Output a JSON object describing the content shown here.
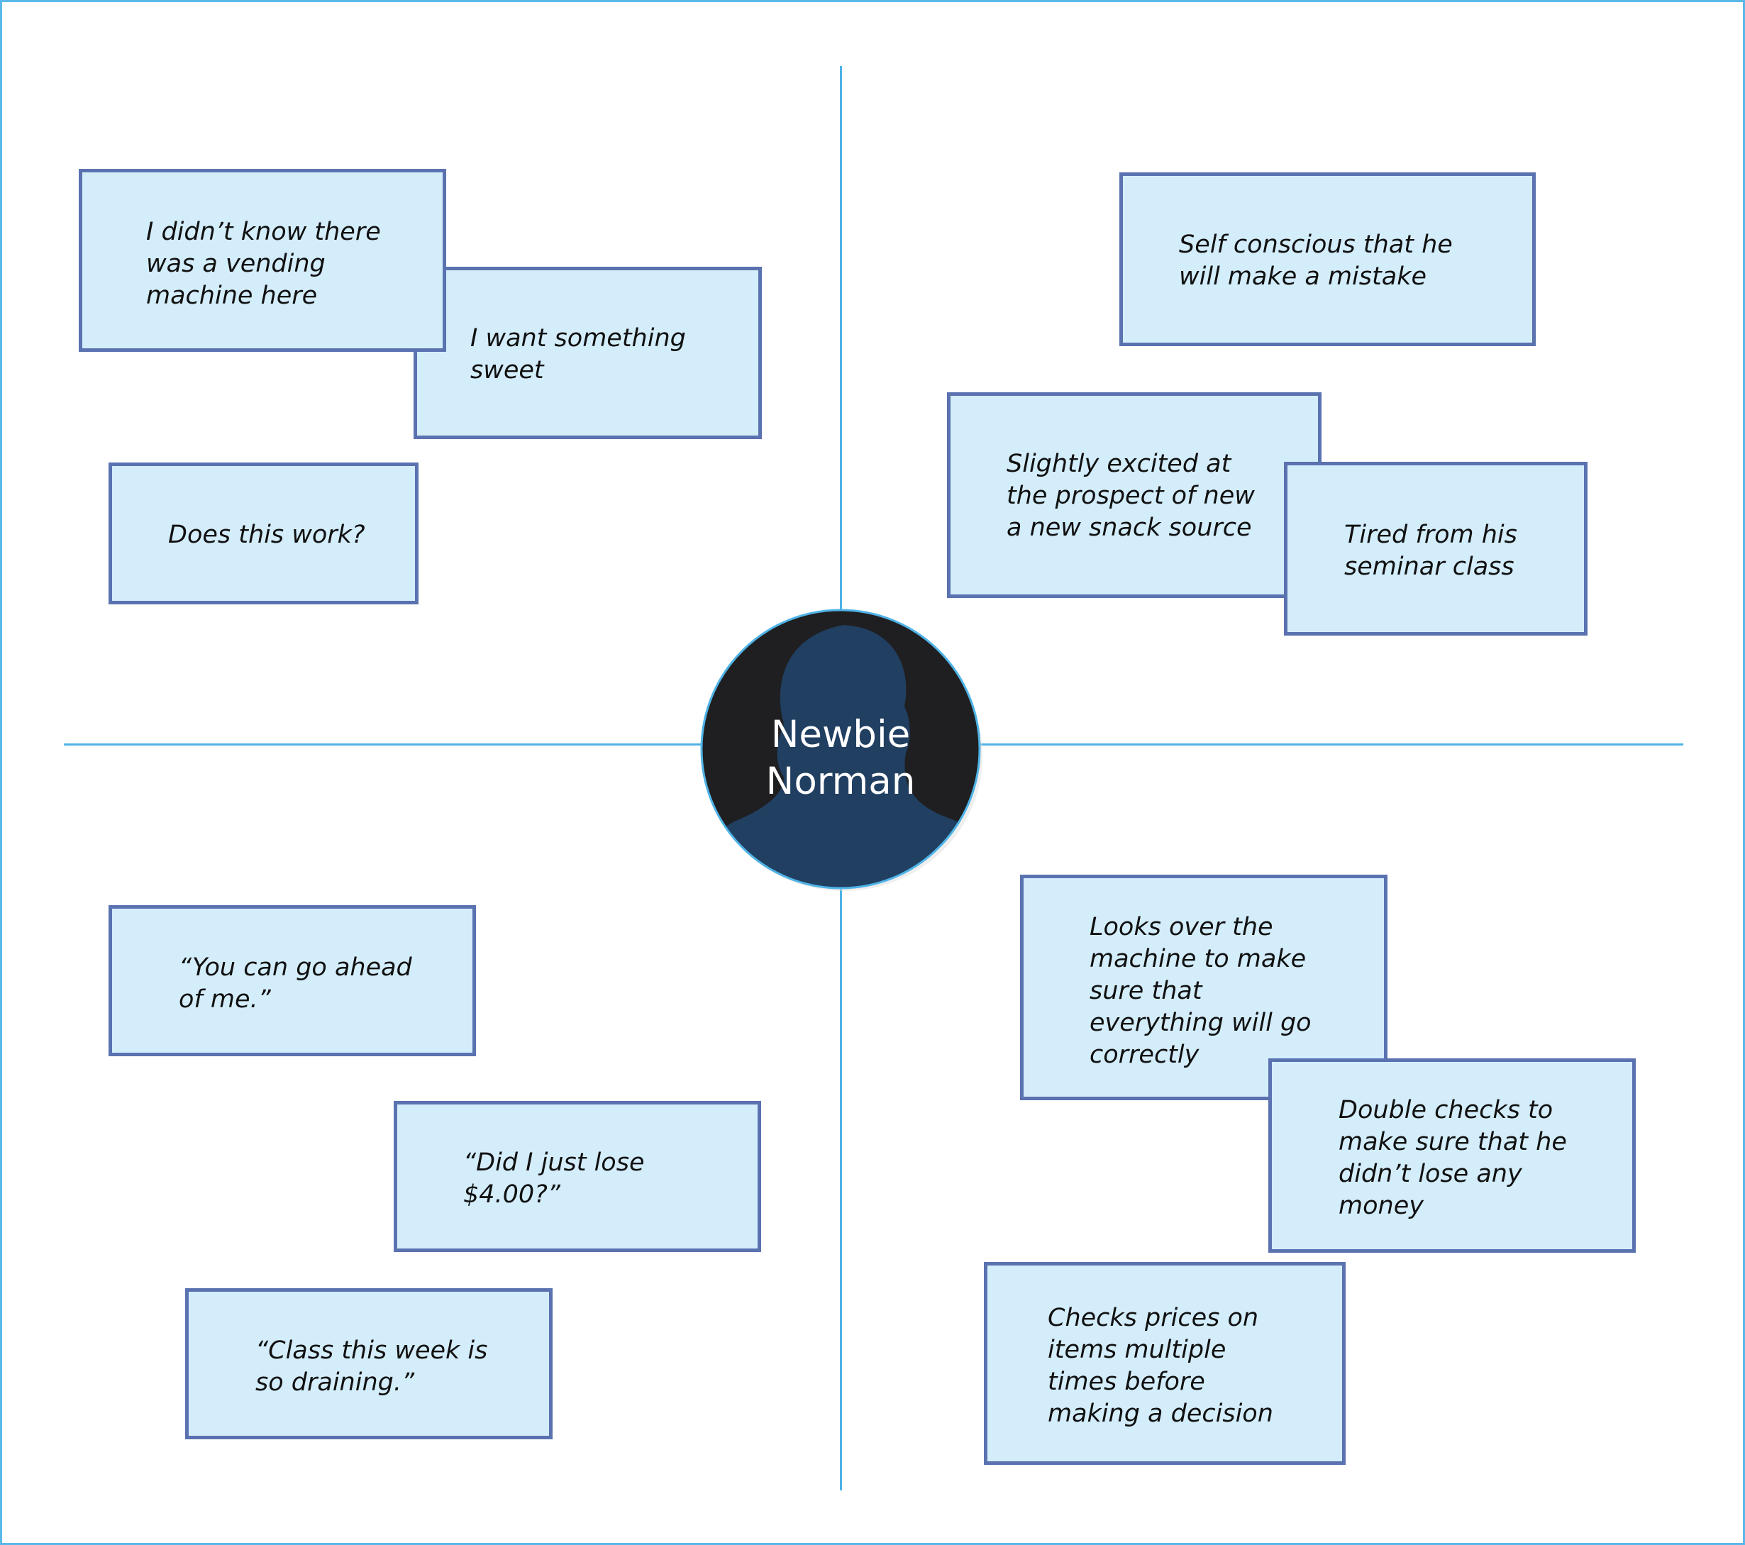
{
  "persona": {
    "name": "Newbie\nNorman",
    "avatar_icon": "person-silhouette-icon"
  },
  "quadrants": {
    "says": [
      "I didn’t know there\nwas a vending\nmachine here",
      "I want something\nsweet",
      "Does this work?"
    ],
    "feels": [
      "Self conscious that he\nwill make a mistake",
      "Slightly excited at\nthe prospect of new\na new snack source",
      "Tired from his\nseminar class"
    ],
    "said": [
      "“You can go ahead\nof me.”",
      "“Did I just lose\n$4.00?”",
      "“Class this week is\nso draining.”"
    ],
    "does": [
      "Looks over the\nmachine to make\nsure that\neverything will go\ncorrectly",
      "Double checks to\nmake sure that he\ndidn’t lose any\nmoney",
      "Checks prices on\nitems multiple\ntimes before\nmaking a decision"
    ]
  },
  "colors": {
    "axis": "#4fb3e6",
    "note_fill": "#d4edfb",
    "note_border": "#5a72b0",
    "avatar_bg": "#1f1f21",
    "silhouette": "#213f61"
  }
}
